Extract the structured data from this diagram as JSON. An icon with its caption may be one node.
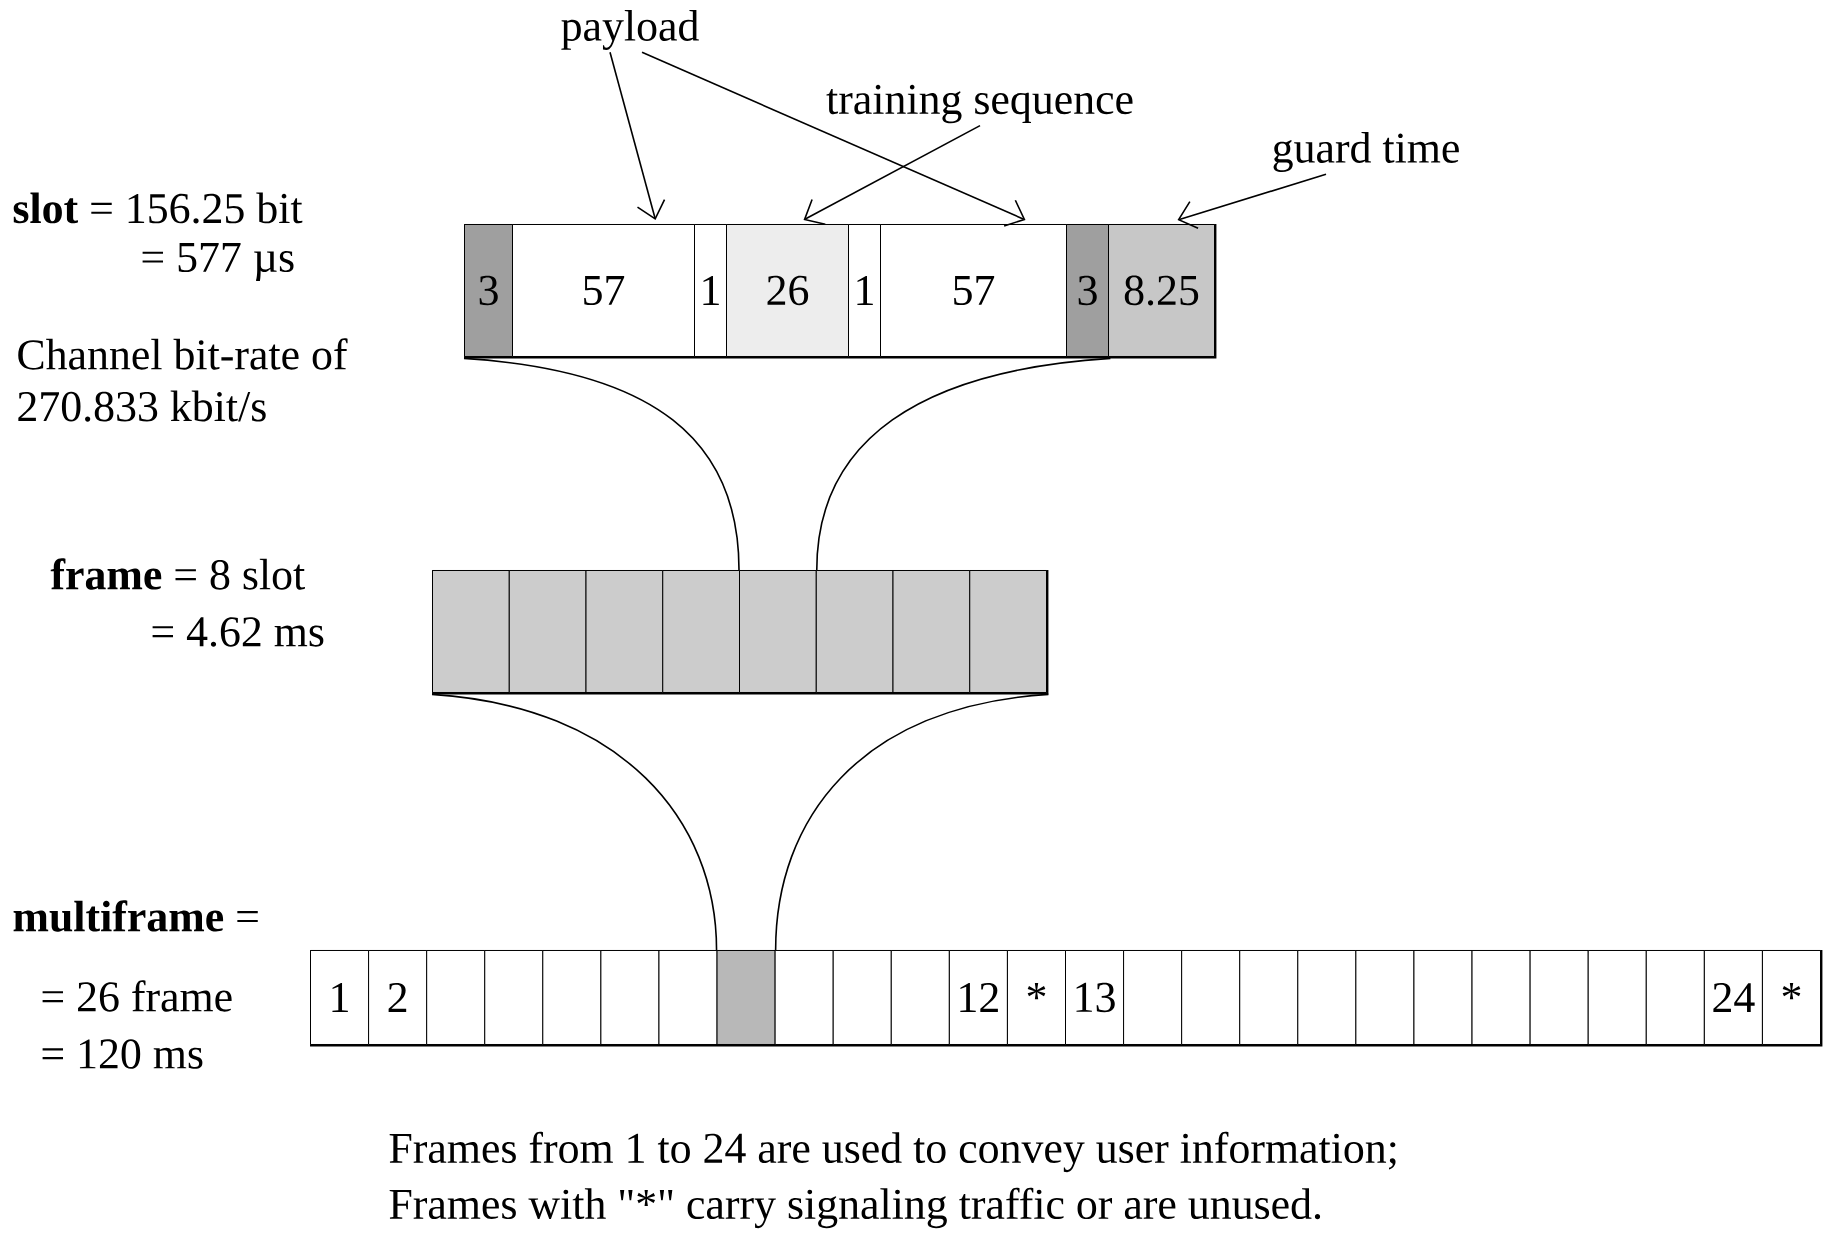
{
  "diagram": {
    "nodes": [
      {
        "text": [
          "payload"
        ]
      },
      {
        "text": [
          "training sequence"
        ]
      },
      {
        "text": [
          "guard time"
        ]
      },
      {
        "text": [],
        "shape": "bar"
      },
      {
        "text": [
          "3"
        ],
        "in": 3
      },
      {
        "text": [
          "57"
        ],
        "in": 3
      },
      {
        "text": [
          "1"
        ],
        "in": 3
      },
      {
        "text": [
          "26"
        ],
        "in": 3
      },
      {
        "text": [
          "1"
        ],
        "in": 3
      },
      {
        "text": [
          "57"
        ],
        "in": 3
      },
      {
        "text": [
          "3"
        ],
        "in": 3
      },
      {
        "text": [
          "8.25"
        ],
        "in": 3
      },
      {
        "text": [],
        "shape": "bar"
      },
      {
        "text": [],
        "shape": "box",
        "in": 12
      },
      {
        "text": [],
        "shape": "box",
        "in": 12
      },
      {
        "text": [],
        "shape": "box",
        "in": 12
      },
      {
        "text": [],
        "shape": "box",
        "in": 12
      },
      {
        "text": [],
        "shape": "box",
        "in": 12
      },
      {
        "text": [],
        "shape": "box",
        "in": 12
      },
      {
        "text": [],
        "shape": "box",
        "in": 12
      },
      {
        "text": [],
        "shape": "box",
        "in": 12
      },
      {
        "text": [],
        "shape": "bar"
      },
      {
        "text": [
          "1"
        ],
        "in": 21
      },
      {
        "text": [
          "2"
        ],
        "in": 21
      },
      {
        "text": [],
        "shape": "box",
        "in": 21
      },
      {
        "text": [],
        "shape": "box",
        "in": 21
      },
      {
        "text": [],
        "shape": "box",
        "in": 21
      },
      {
        "text": [],
        "shape": "box",
        "in": 21
      },
      {
        "text": [],
        "shape": "box",
        "in": 21
      },
      {
        "text": [],
        "shape": "box",
        "in": 21
      },
      {
        "text": [],
        "shape": "box",
        "in": 21
      },
      {
        "text": [],
        "shape": "box",
        "in": 21
      },
      {
        "text": [],
        "shape": "box",
        "in": 21
      },
      {
        "text": [
          "12"
        ],
        "in": 21
      },
      {
        "text": [
          "*"
        ],
        "in": 21
      },
      {
        "text": [
          "13"
        ],
        "in": 21
      },
      {
        "text": [],
        "shape": "box",
        "in": 21
      },
      {
        "text": [],
        "shape": "box",
        "in": 21
      },
      {
        "text": [],
        "shape": "box",
        "in": 21
      },
      {
        "text": [],
        "shape": "box",
        "in": 21
      },
      {
        "text": [],
        "shape": "box",
        "in": 21
      },
      {
        "text": [],
        "shape": "box",
        "in": 21
      },
      {
        "text": [],
        "shape": "box",
        "in": 21
      },
      {
        "text": [],
        "shape": "box",
        "in": 21
      },
      {
        "text": [],
        "shape": "box",
        "in": 21
      },
      {
        "text": [],
        "shape": "box",
        "in": 21
      },
      {
        "text": [
          "24"
        ],
        "in": 21
      },
      {
        "text": [
          "*"
        ],
        "in": 21
      }
    ],
    "edges": [
      {
        "from": 0,
        "to": 5,
        "arrow": "to"
      },
      {
        "from": 0,
        "to": 9,
        "arrow": "to"
      },
      {
        "from": 1,
        "to": 7,
        "arrow": "to"
      },
      {
        "from": 2,
        "to": 11,
        "arrow": "to"
      },
      {
        "from": 3,
        "to": 17,
        "arrow": "none"
      },
      {
        "from": 3,
        "to": 17,
        "arrow": "none"
      },
      {
        "from": 12,
        "to": 29,
        "arrow": "none"
      },
      {
        "from": 12,
        "to": 29,
        "arrow": "none"
      }
    ],
    "labels": [
      "**slot** = 156.25 bit",
      "= 577 µs",
      "Channel bit-rate of 270.833 kbit/s",
      "**frame** = 8 slot",
      "= 4.62 ms",
      "**multiframe** =",
      "= 26 frame",
      "= 120 ms",
      "Frames from 1 to 24 are used to convey user information;",
      "Frames with \"*\" carry signaling traffic or are unused."
    ]
  }
}
